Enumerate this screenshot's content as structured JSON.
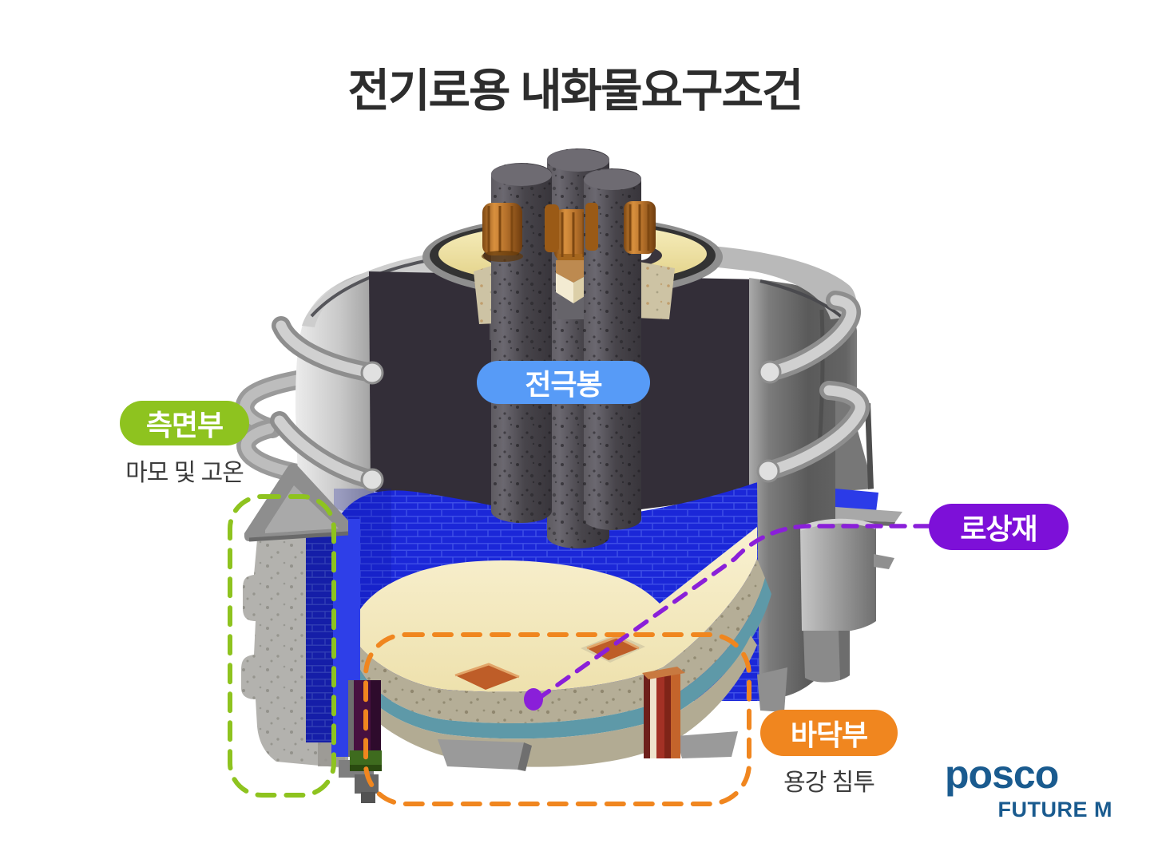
{
  "title": "전기로용 내화물요구조건",
  "annotations": {
    "electrode": {
      "label": "전극봉",
      "badge_color": "#579BF7"
    },
    "side": {
      "label": "측면부",
      "description": "마모 및 고온",
      "badge_color": "#8EC31F",
      "outline_color": "#8EC31F"
    },
    "hearth": {
      "label": "로상재",
      "badge_color": "#7D10D8",
      "pointer_color": "#8A1FD9"
    },
    "bottom": {
      "label": "바닥부",
      "description": "용강 침투",
      "badge_color": "#F0861F",
      "outline_color": "#F0861F"
    }
  },
  "logo": {
    "brand": "posco",
    "subbrand": "FUTURE M",
    "color": "#1A5B8F"
  },
  "colors": {
    "title_text": "#2D2D2D",
    "brick_lining_blue": "#1B27D8",
    "hearth_cream": "#F5ECC6",
    "bottom_teal": "#5E99A8",
    "copper_clamp": "#C07C2E",
    "shell_gray": "#9A9A9A"
  }
}
